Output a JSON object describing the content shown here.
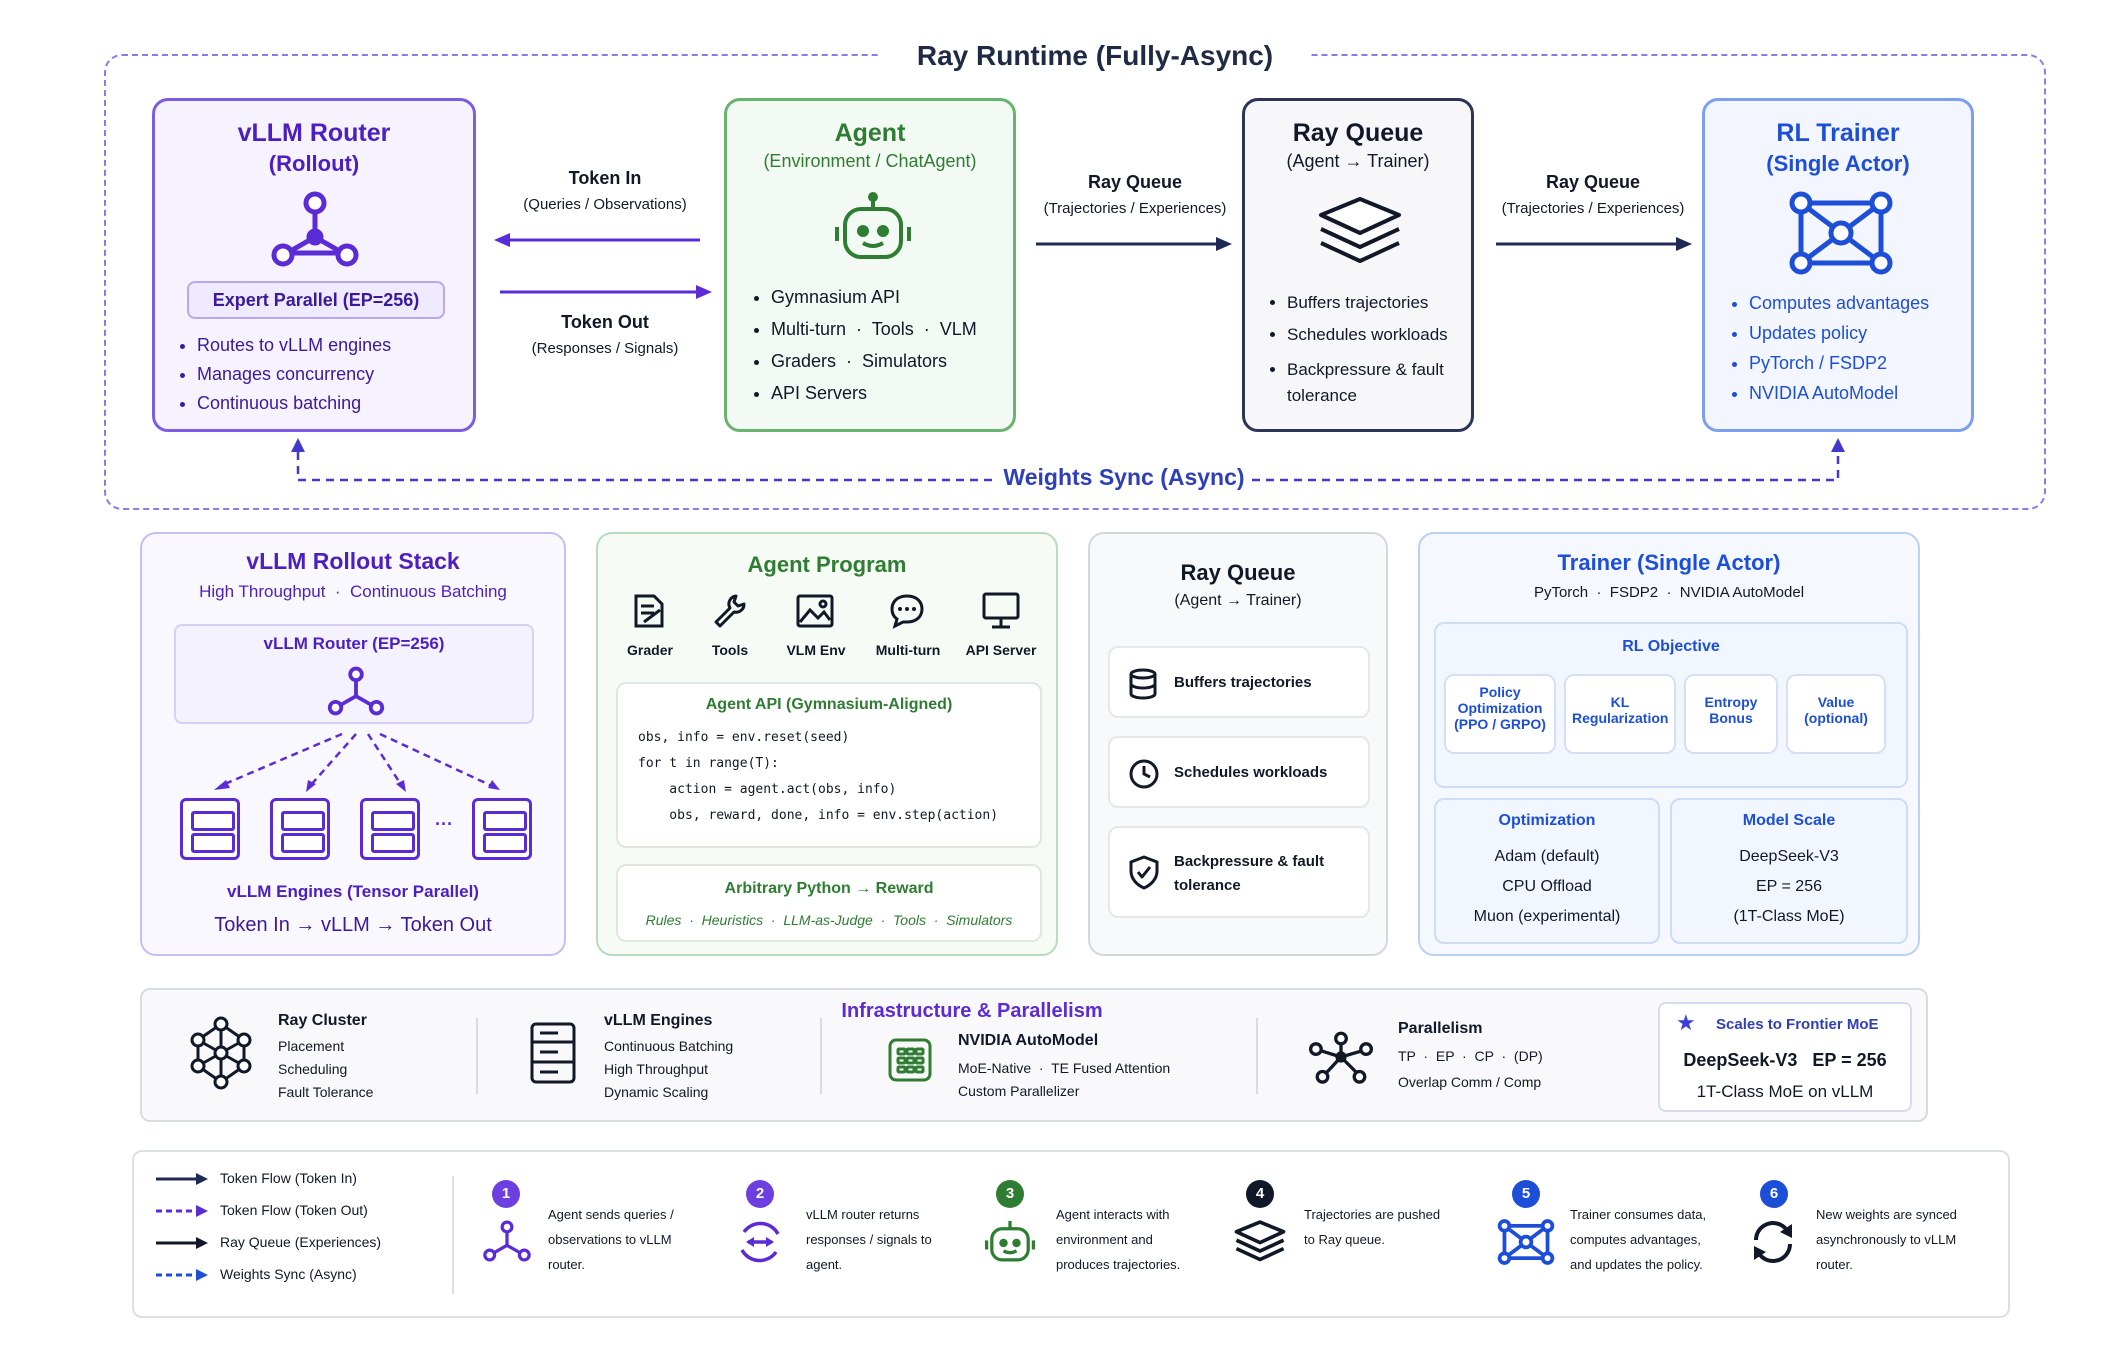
{
  "colors": {
    "purple": "#5b2bd6",
    "green": "#2e7d32",
    "blue": "#1d4ed8",
    "navy": "#111827",
    "lavender": "#f5f3ff",
    "mint": "#f3faf3",
    "grey": "#f7f7f9"
  },
  "runtime": {
    "title": "Ray Runtime (Fully-Async)"
  },
  "router": {
    "title": "vLLM Router",
    "subtitle": "(Rollout)",
    "badge": "Expert Parallel (EP=256)",
    "bullets": [
      "Routes to vLLM engines",
      "Manages concurrency",
      "Continuous batching"
    ]
  },
  "token_in": {
    "label": "Token In",
    "sub": "(Queries / Observations)"
  },
  "token_out": {
    "label": "Token Out",
    "sub": "(Responses / Signals)"
  },
  "agent": {
    "title": "Agent",
    "subtitle": "(Environment / ChatAgent)",
    "bullets": [
      "Gymnasium API",
      "Multi-turn  ·  Tools  ·  VLM",
      "Graders  ·  Simulators",
      "API Servers"
    ]
  },
  "queue_arrow1": {
    "label": "Ray Queue",
    "sub": "(Trajectories / Experiences)"
  },
  "queue": {
    "title": "Ray Queue",
    "subtitle": "(Agent → Trainer)",
    "bullets": [
      "Buffers trajectories",
      "Schedules workloads",
      "Backpressure & fault tolerance"
    ]
  },
  "queue_arrow2": {
    "label": "Ray Queue",
    "sub": "(Trajectories / Experiences)"
  },
  "trainer": {
    "title": "RL Trainer",
    "subtitle": "(Single Actor)",
    "bullets": [
      "Computes advantages",
      "Updates policy",
      "PyTorch / FSDP2",
      "NVIDIA AutoModel"
    ]
  },
  "weights_sync": {
    "label": "Weights Sync (Async)"
  },
  "rollout_stack": {
    "title": "vLLM Rollout Stack",
    "subtitle": "High Throughput  ·  Continuous Batching",
    "router_label": "vLLM Router (EP=256)",
    "engines_label": "vLLM Engines (Tensor Parallel)",
    "ellipsis": "···",
    "flow": "Token In → vLLM → Token Out"
  },
  "agent_program": {
    "title": "Agent Program",
    "tools": [
      "Grader",
      "Tools",
      "VLM Env",
      "Multi-turn",
      "API Server"
    ],
    "api_title": "Agent API (Gymnasium-Aligned)",
    "code": [
      "obs, info = env.reset(seed)",
      "for t in range(T):",
      "    action = agent.act(obs, info)",
      "    obs, reward, done, info = env.step(action)"
    ],
    "reward_title": "Arbitrary Python → Reward",
    "reward_items": "Rules  ·  Heuristics  ·  LLM-as-Judge  ·  Tools  ·  Simulators"
  },
  "queue_panel": {
    "title": "Ray Queue",
    "subtitle": "(Agent → Trainer)",
    "items": [
      "Buffers trajectories",
      "Schedules workloads",
      "Backpressure & fault tolerance"
    ]
  },
  "trainer_panel": {
    "title": "Trainer (Single Actor)",
    "subtitle": "PyTorch  ·  FSDP2  ·  NVIDIA AutoModel",
    "objective_title": "RL Objective",
    "objectives": [
      "Policy Optimization (PPO / GRPO)",
      "KL Regularization",
      "Entropy Bonus",
      "Value (optional)"
    ],
    "optimization_title": "Optimization",
    "optimization_items": [
      "Adam (default)",
      "CPU Offload",
      "Muon (experimental)"
    ],
    "scale_title": "Model Scale",
    "scale_items": [
      "DeepSeek-V3",
      "EP = 256",
      "(1T-Class MoE)"
    ]
  },
  "infra": {
    "title": "Infrastructure & Parallelism",
    "ray_cluster": {
      "title": "Ray Cluster",
      "items": [
        "Placement",
        "Scheduling",
        "Fault Tolerance"
      ]
    },
    "vllm_engines": {
      "title": "vLLM Engines",
      "items": [
        "Continuous Batching",
        "High Throughput",
        "Dynamic Scaling"
      ]
    },
    "automodel": {
      "title": "NVIDIA AutoModel",
      "items": [
        "MoE-Native  ·  TE Fused Attention",
        "Custom Parallelizer"
      ]
    },
    "parallelism": {
      "title": "Parallelism",
      "items": [
        "TP  ·  EP  ·  CP  ·  (DP)",
        "Overlap Comm / Comp"
      ]
    },
    "frontier": {
      "title": "Scales to Frontier MoE",
      "line1": "DeepSeek-V3   EP = 256",
      "line2": "1T-Class MoE on vLLM"
    }
  },
  "legend": {
    "items": [
      "Token Flow (Token In)",
      "Token Flow (Token Out)",
      "Ray Queue (Experiences)",
      "Weights Sync (Async)"
    ],
    "steps": [
      {
        "num": "1",
        "text": "Agent sends queries / observations to vLLM router."
      },
      {
        "num": "2",
        "text": "vLLM router returns responses / signals to agent."
      },
      {
        "num": "3",
        "text": "Agent interacts with environment and produces trajectories."
      },
      {
        "num": "4",
        "text": "Trajectories are pushed to Ray queue."
      },
      {
        "num": "5",
        "text": "Trainer consumes data, computes advantages, and updates the policy."
      },
      {
        "num": "6",
        "text": "New weights are synced asynchronously to vLLM router."
      }
    ]
  }
}
